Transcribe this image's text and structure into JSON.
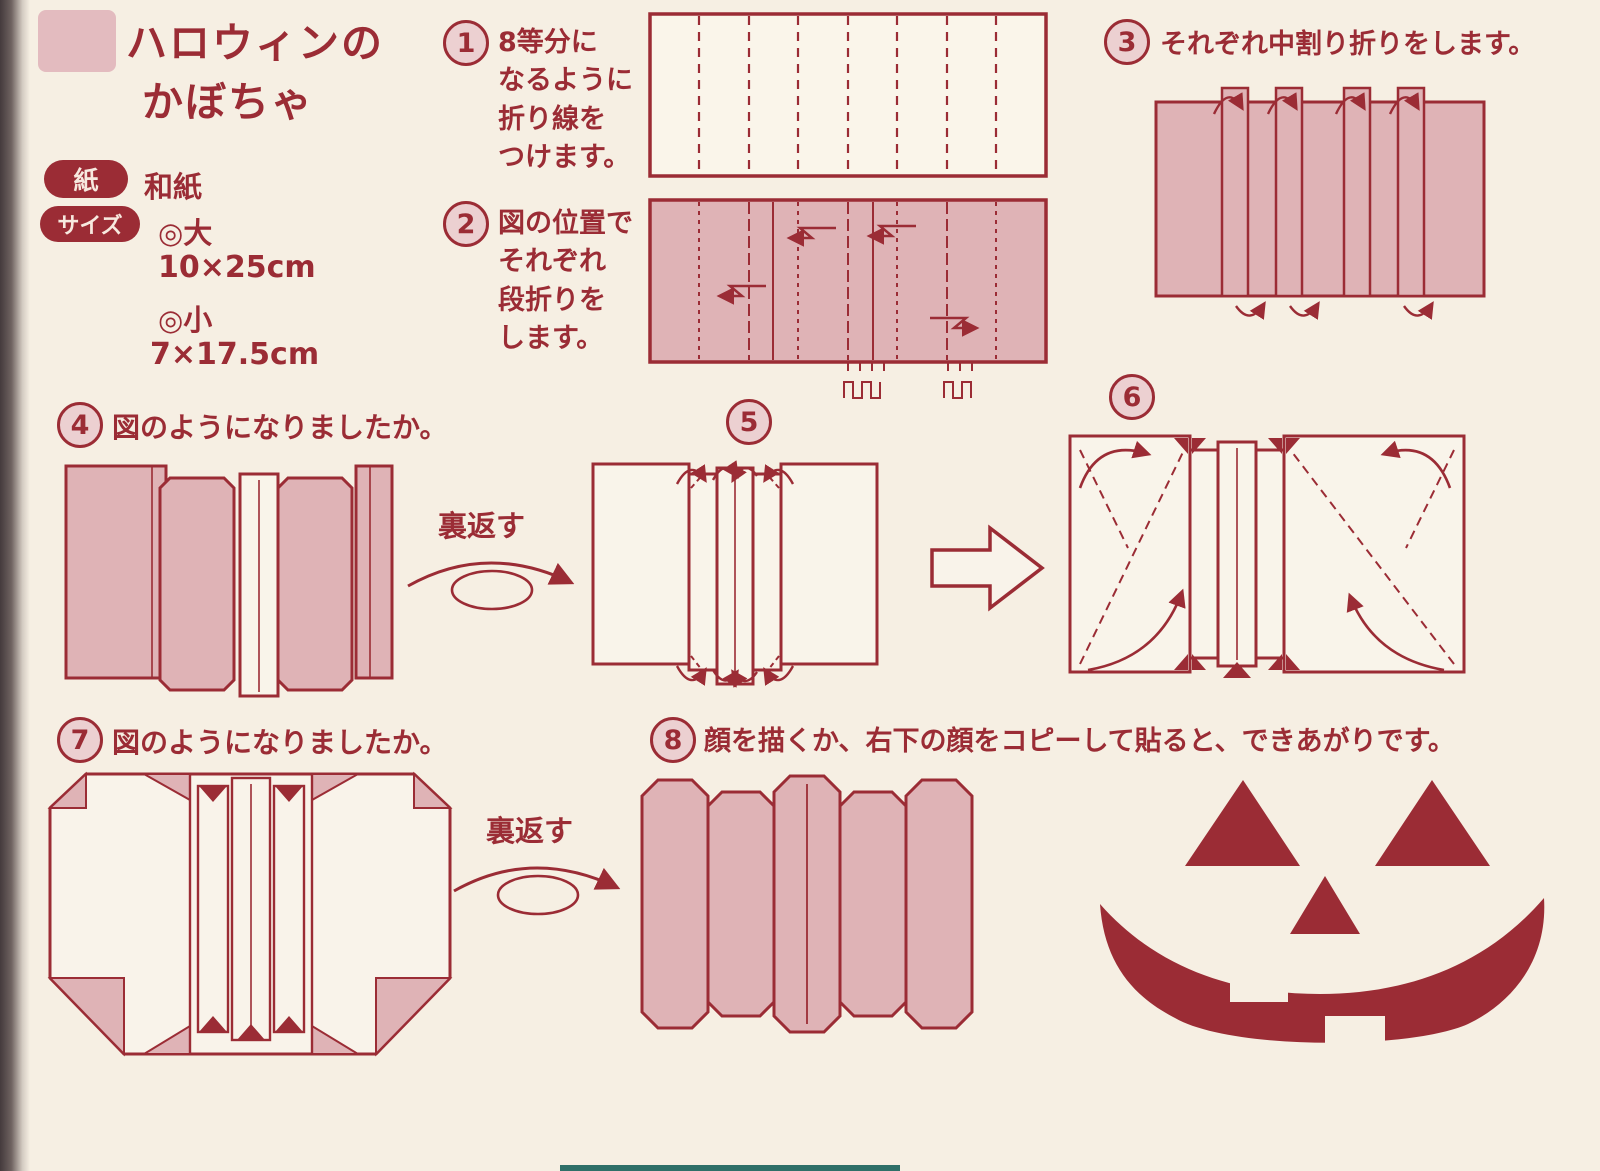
{
  "colors": {
    "ink": "#9b2c35",
    "fill_pink": "#dfb3b6",
    "paper_bg": "#f6efe3"
  },
  "header": {
    "title_line1": "ハロウィンの",
    "title_line2": "かぼちゃ",
    "paper_label": "紙",
    "paper_value": "和紙",
    "size_label": "サイズ",
    "size_large_label": "◎大",
    "size_large_value": "10×25cm",
    "size_small_label": "◎小",
    "size_small_value": "7×17.5cm"
  },
  "steps": [
    {
      "num": "1",
      "text": "8等分に\nなるように\n折り線を\nつけます。"
    },
    {
      "num": "2",
      "text": "図の位置で\nそれぞれ\n段折りを\nします。"
    },
    {
      "num": "3",
      "text": "それぞれ中割り折りをします。"
    },
    {
      "num": "4",
      "text": "図のようになりましたか。"
    },
    {
      "num": "5",
      "text": ""
    },
    {
      "num": "6",
      "text": ""
    },
    {
      "num": "7",
      "text": "図のようになりましたか。"
    },
    {
      "num": "8",
      "text": "顔を描くか、右下の顔をコピーして貼ると、できあがりです。"
    }
  ],
  "flip_labels": {
    "first": "裏返す",
    "second": "裏返す"
  }
}
